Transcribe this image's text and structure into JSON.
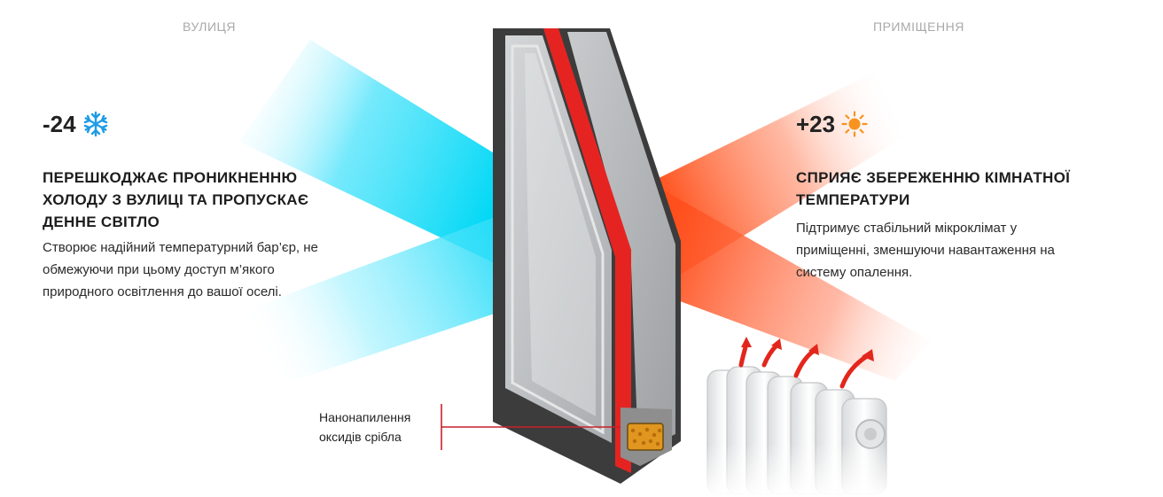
{
  "colors": {
    "cold": "#00d8f5",
    "warm": "#ff4a12",
    "seal": "#e52421",
    "frame": "#3c3c3c",
    "snow_icon": "#1e9be6",
    "sun_icon": "#f7931e"
  },
  "left": {
    "label": "ВУЛИЦЯ",
    "temperature": "-24",
    "icon": "snowflake-icon",
    "heading_line1": "ПЕРЕШКОДЖАЄ ПРОНИКНЕННЮ",
    "heading_line2": "ХОЛОДУ З ВУЛИЦІ ТА ПРОПУСКАЄ",
    "heading_line3": "ДЕННЕ СВІТЛО",
    "desc_line1": "Створює надійний температурний бар’єр, не",
    "desc_line2": "обмежуючи при цьому доступ м’якого",
    "desc_line3": "природного освітлення до вашої оселі."
  },
  "right": {
    "label": "ПРИМІЩЕННЯ",
    "temperature": "+23",
    "icon": "sun-icon",
    "heading_line1": "СПРИЯЄ ЗБЕРЕЖЕННЮ КІМНАТНОЇ",
    "heading_line2": "ТЕМПЕРАТУРИ",
    "desc_line1": "Підтримує стабільний мікроклімат у",
    "desc_line2": "приміщенні, зменшуючи навантаження на",
    "desc_line3": "систему опалення."
  },
  "callout": {
    "line1": "Нанонапилення",
    "line2": "оксидів срібла"
  }
}
